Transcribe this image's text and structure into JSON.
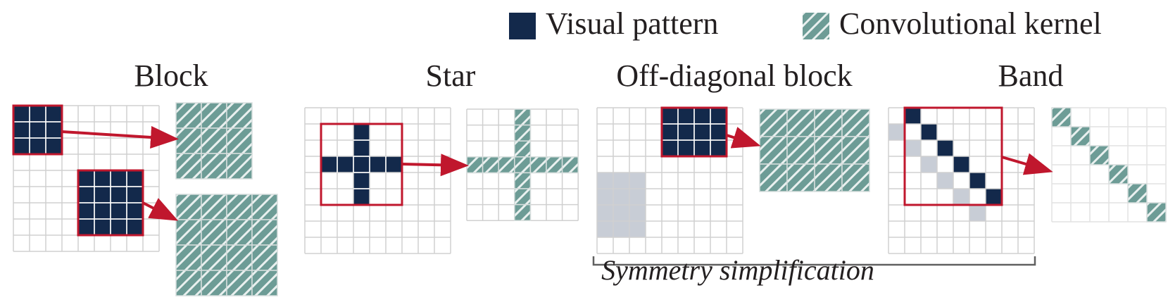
{
  "legend": {
    "visual_label": "Visual pattern",
    "kernel_label": "Convolutional kernel"
  },
  "panels": {
    "block": {
      "title": "Block"
    },
    "star": {
      "title": "Star"
    },
    "offdiag": {
      "title": "Off-diagonal block"
    },
    "band": {
      "title": "Band"
    }
  },
  "symmetry_label": "Symmetry simplification",
  "colors": {
    "visual": "#13294b",
    "kernel": "#6d9c96",
    "grid_line": "#d0d0d0",
    "highlight": "#c0172d",
    "mirror": "#c8cdd6",
    "text": "#231f20"
  }
}
